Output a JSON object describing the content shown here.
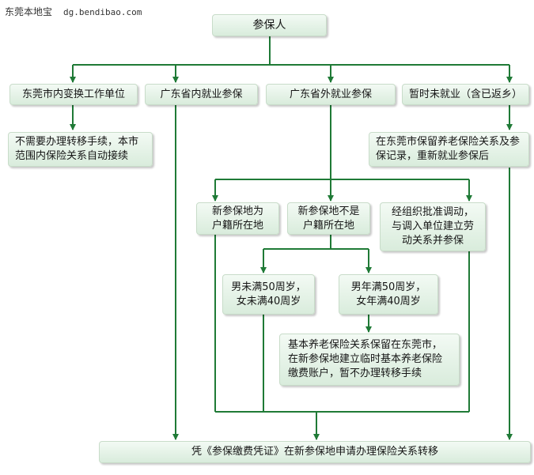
{
  "watermark": {
    "site": "东莞本地宝",
    "url": "dg.bendibao.com"
  },
  "nodes": {
    "root": "参保人",
    "intra_city": "东莞市内变换工作单位",
    "in_province": "广东省内就业参保",
    "out_province": "广东省外就业参保",
    "unemployed": "暂时未就业（含已返乡）",
    "no_transfer": "不需要办理转移手续，本市范围内保险关系自动接续",
    "retain": "在东莞市保留养老保险关系及参保记录，重新就业参保后",
    "hukou_yes": "新参保地为户籍所在地",
    "hukou_no": "新参保地不是户籍所在地",
    "org_transfer": "经组织批准调动，与调入单位建立劳动关系并参保",
    "age_under": "男未满50周岁，女未满40周岁",
    "age_over": "男年满50周岁，女年满40周岁",
    "temp_account": "基本养老保险关系保留在东莞市，在新参保地建立临时基本养老保险缴费账户，暂不办理转移手续",
    "final": "凭《参保缴费凭证》在新参保地申请办理保险关系转移"
  },
  "colors": {
    "line": "#1f7a36",
    "box_top": "#f3faf4",
    "box_bottom": "#d9ecdc"
  }
}
